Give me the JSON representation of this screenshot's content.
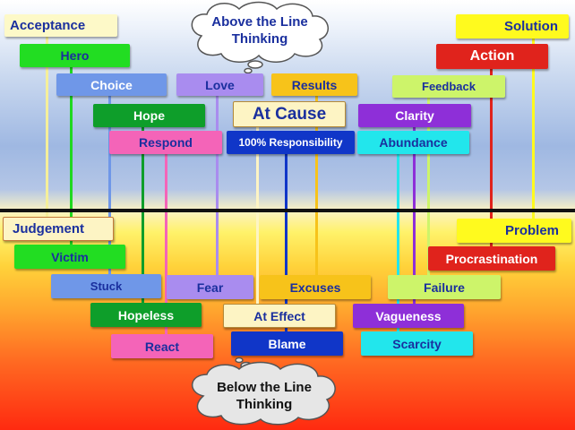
{
  "clouds": {
    "above": {
      "line1": "Above the Line",
      "line2": "Thinking",
      "text_color": "#1a2f9e"
    },
    "below": {
      "line1": "Below the Line",
      "line2": "Thinking",
      "text_color": "#111111"
    }
  },
  "above": {
    "acceptance": "Acceptance",
    "hero": "Hero",
    "choice": "Choice",
    "love": "Love",
    "results": "Results",
    "feedback": "Feedback",
    "hope": "Hope",
    "at_cause": "At Cause",
    "clarity": "Clarity",
    "respond": "Respond",
    "responsibility": "100% Responsibility",
    "abundance": "Abundance",
    "solution": "Solution",
    "action": "Action"
  },
  "below": {
    "judgement": "Judgement",
    "victim": "Victim",
    "stuck": "Stuck",
    "fear": "Fear",
    "excuses": "Excuses",
    "failure": "Failure",
    "hopeless": "Hopeless",
    "at_effect": "At Effect",
    "vagueness": "Vagueness",
    "react": "React",
    "blame": "Blame",
    "scarcity": "Scarcity",
    "problem": "Problem",
    "procrastination": "Procrastination"
  },
  "colors": {
    "pale_yellow": "#fdf9c8",
    "green": "#22dd22",
    "blue": "#6f97e8",
    "lavender": "#a98cef",
    "orange": "#f7c31a",
    "lime": "#cdf46a",
    "dark_green": "#0e9e2a",
    "purple": "#8e2fd8",
    "pink": "#f464b8",
    "navy": "#1036c8",
    "cyan": "#22e6ec",
    "yellow": "#fffa1e",
    "red": "#e0231c",
    "text_blue": "#1a2f9e"
  }
}
